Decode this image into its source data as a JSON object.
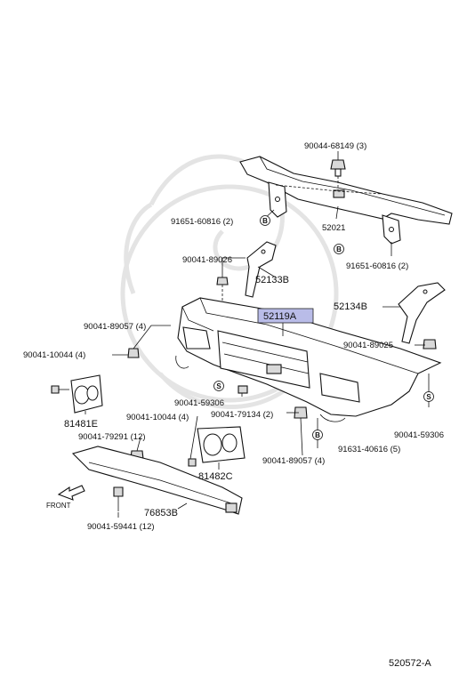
{
  "diagram": {
    "highlighted_part": "52119A",
    "parts": [
      "90044-68149 (3)",
      "91651-60816 (2)",
      "52021",
      "91651-60816 (2)",
      "90041-89026",
      "52133B",
      "52134B",
      "90041-89057 (4)",
      "52119A",
      "90041-89025",
      "90041-10044 (4)",
      "90041-59306",
      "90041-79134 (2)",
      "90041-59306",
      "81481E",
      "90041-10044 (4)",
      "90041-79291 (12)",
      "91631-40616 (5)",
      "90041-89057 (4)",
      "81482C",
      "76853B",
      "90041-59441 (12)"
    ],
    "markers": {
      "b": "B",
      "s": "S"
    },
    "front_label": "FRONT",
    "figure_code": "520572-A"
  }
}
